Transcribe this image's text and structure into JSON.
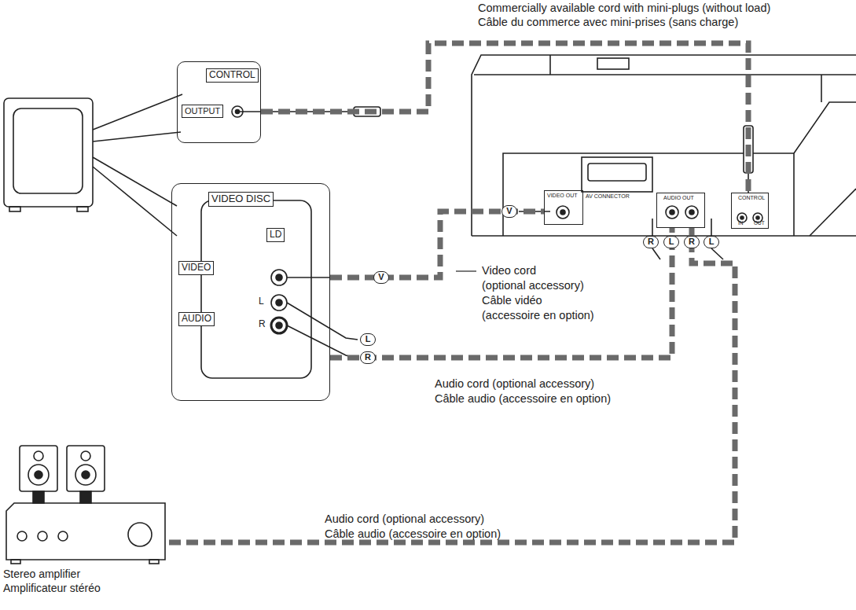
{
  "diagram": {
    "nodes": [
      {
        "text": [
          "CONTROL",
          "OUTPUT"
        ]
      },
      {
        "text": [
          "VIDEO DISC",
          "LD",
          "VIDEO",
          "AUDIO",
          "L",
          "R"
        ]
      },
      {
        "text": [
          "AV CONNECTOR"
        ]
      },
      {
        "text": [
          "VIDEO OUT"
        ],
        "in": 2
      },
      {
        "text": [
          "AUDIO OUT"
        ],
        "in": 2
      },
      {
        "text": [
          "CONTROL",
          "IN",
          "OUT"
        ],
        "in": 2
      },
      {
        "text": [
          "Stereo amplifier",
          "Amplificateur stéréo"
        ]
      }
    ],
    "edges": [
      {
        "from": 0,
        "to": 5,
        "arrow": "none"
      },
      {
        "from": 1,
        "to": 3,
        "arrow": "none"
      },
      {
        "from": 1,
        "to": 4,
        "arrow": "none"
      },
      {
        "from": 6,
        "to": 4,
        "arrow": "none"
      }
    ],
    "labels": [
      "Commercially available cord with mini-plugs (without load)",
      "Câble du commerce avec mini-prises (sans charge)",
      "V",
      "Video cord",
      "(optional accessory)",
      "Câble vidéo",
      "(accessoire en option)",
      "V",
      "L",
      "R",
      "R",
      "L",
      "R",
      "L",
      "Audio cord (optional accessory)",
      "Câble audio (accessoire en option)",
      "Audio cord (optional accessory)",
      "Câble audio (accessoire en option)"
    ]
  }
}
